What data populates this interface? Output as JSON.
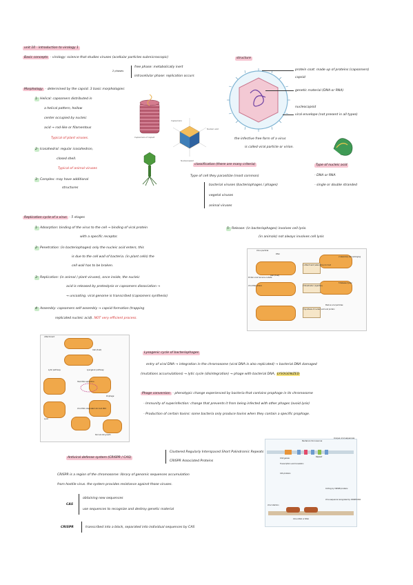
{
  "unit_title": "unit 10 - introduction to virology 1",
  "basic_concepts": {
    "label": "Basic concepts",
    "text": " - virology: science that studies viruses (acellular particles submicroscopic)",
    "phases_label": "2 phases",
    "free_phase": "free phase: metabolically inert",
    "intracellular_phase": "intracellular phase: replication occurs"
  },
  "morphology": {
    "label": "Morphology",
    "text": " - determined by the capsid. 3 basic morphologies:",
    "helical_num": "1-",
    "helical": [
      "Helical: capsomers distributed in",
      "a helical pattern, hollow",
      "center occupied by nucleic",
      "acid → rod-like or filamentous"
    ],
    "helical_typical": "Typical of plant viruses.",
    "icosa_num": "2-",
    "icosa": [
      "Icosahedral: regular icosahedron,",
      "closed shell."
    ],
    "icosa_typical": "Typical of animal viruses",
    "complex_num": "3-",
    "complex": [
      "Complex: may have additional",
      "structures"
    ]
  },
  "structure": {
    "label": "structure",
    "protein_coat": "protein coat: made up of proteins (capsomers)",
    "capsid": "capsid",
    "genetic": "genetic material (DNA or RNA)",
    "nucleocapsid": "nucleocapsid",
    "envelope": "viral envelope (not present in all types)",
    "virion": [
      "the infective free form of a virus",
      "is called viral particle or virion."
    ]
  },
  "classification": {
    "label": "classification (there are many criteria)",
    "type_host": "Type of cell they parasitize (most common)",
    "items": [
      "bacterial viruses (bacteriophages / phages)",
      "vegetal viruses",
      "animal viruses"
    ],
    "nucleic_label": "Type of nucleic acid",
    "nucleic_items": [
      "- DNA or RNA",
      "- single or double stranded"
    ]
  },
  "replication": {
    "label": "Replication cycle of a virus",
    "stages": " - 5 stages",
    "adsorption_num": "1-",
    "adsorption": [
      "Adsorption: binding of the virus to the cell → binding of viral protein",
      "with a specific receptor."
    ],
    "penetration_num": "2-",
    "penetration": [
      "Penetration: (in bacteriophages) only the nucleic acid enters, this",
      "is due to the cell wall of bacteria. (in plant cells) the",
      "cell wall has to be broken."
    ],
    "replication_num": "3-",
    "replication_text": [
      "Replication: (in animal / plant viruses), once inside, the nucleic",
      "acid is released by proteolysis or capsomers dissociation →",
      "→ uncoating. viral genome is transcribed (capsomers synthesis)"
    ],
    "assembly_num": "4-",
    "assembly": [
      "Assembly: capsomers self-assembly → capsid formation (trapping",
      "replicated nucleic acid)."
    ],
    "assembly_red": "NOT very efficient process.",
    "release_num": "5-",
    "release": [
      "Release: (in bacteriophages) involves cell lysis.",
      "(in animals) not always involves cell lysis"
    ]
  },
  "lysogenic": {
    "label": "Lysogenic cycle of bacteriophages",
    "lines": [
      "entry of viral DNA → integration in the chromosome (viral DNA is also replicated) → bacterial DNA damaged",
      "(mutations accumulations) → lytic cycle (disintegration) → phage with bacterial DNA,"
    ],
    "lysogenized": "LYSOGENIZED",
    "conversion_label": "Phage conversion",
    "conversion_text": " - phenotypic change experienced by bacteria that contains prophage in its chromosome",
    "immunity": "- Immunity of superinfection: change that prevents it from being infected with other phages (avoid lysis)",
    "toxins": "- Production of certain toxins: some bacteria only produce toxins when they contain a specific prophage."
  },
  "crispr": {
    "label": "Antiviral defense system (CRISPR / CAS)",
    "expansion": [
      "Clustered Regularly Interspaced Short Palindromic Repeats",
      "CRISPR Associated Proteins"
    ],
    "def": [
      "CRISPR is a region of the chromosome: library of genomic sequences accumulation",
      "from hostile virus. the system provides resistance against those viruses."
    ],
    "cas_label": "CAS",
    "cas_items": [
      "obtaining new sequences",
      "use sequences to recognize and destroy genetic material"
    ],
    "crispr_label": "CRISPR",
    "crispr_item": "transcribed into a block, separated into individual sequences by CAS"
  },
  "figure_labels": {
    "virus_particle": "Virus particle",
    "dna": "DNA",
    "cell_host": "Cell (host)",
    "attachment": "1 Attachment (adsorption) to host",
    "penetration": "2 Penetration (injection)",
    "synthesis": "3 Synthesis of nucleic acid and protein",
    "assembly": "4 Assembly and packaging",
    "release": "5 Release (lysis)",
    "protein_coat": "Protein coat remains outside",
    "viral_dna_enters": "Viral DNA enters",
    "mature": "Mature viral particles",
    "attachment_short": "Attachment",
    "cell_host_short": "Cell (host)",
    "lytic": "Lytic pathway",
    "lysogenic": "Lysogenic pathway",
    "host_dna_replication": "Host DNA replication",
    "viral_dna_integrated": "Viral DNA integrated into host DNA",
    "lysis": "Lysis",
    "normal_cell_growth": "Normal cell growth",
    "prophage": "Prophage",
    "bacterial_chromosome": "Bacterial chromosome",
    "unique_viral": "Unique viral sequences",
    "repeat": "Repeat",
    "cas_genes": "CAS genes",
    "transcription": "Transcription and translation",
    "cas_proteins": "CAS proteins",
    "cutting": "Cutting by CRISPR proteins",
    "virus_recognized": "Virus sequence recognized by CRISPR RNA",
    "viral_infection": "Viral infection",
    "virus_dna": "Virus DNA or RNA",
    "capsomers": "Capsomers",
    "nucleic_acid": "Nucleic acid",
    "capsomers_of_capsid": "Capsomers of capsid",
    "nucleocapsid": "Nucleocapsid"
  },
  "colors": {
    "pink_highlight": "#f7c6d2",
    "green_highlight": "#c9ecc9",
    "red_text": "#d42b2b",
    "yellow_highlight": "#f6e27a",
    "cell_orange": "#f0a84a"
  }
}
